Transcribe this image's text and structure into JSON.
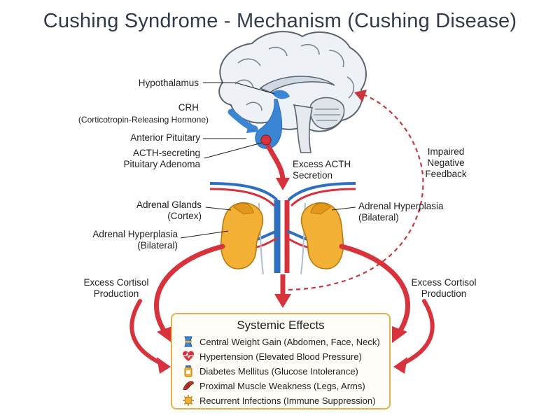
{
  "title": "Cushing Syndrome - Mechanism (Cushing Disease)",
  "labels": {
    "hypothalamus": "Hypothalamus",
    "crh": "CRH",
    "crh_full": "(Corticotropin-Releasing Hormone)",
    "anterior_pituitary": "Anterior Pituitary",
    "adenoma_line1": "ACTH-secreting",
    "adenoma_line2": "Pituitary Adenoma",
    "excess_acth_line1": "Excess ACTH",
    "excess_acth_line2": "Secretion",
    "feedback_line1": "Impaired",
    "feedback_line2": "Negative",
    "feedback_line3": "Feedback",
    "adrenal_glands_line1": "Adrenal Glands",
    "adrenal_glands_line2": "(Cortex)",
    "hyperplasia_left_line1": "Adrenal Hyperplasia",
    "hyperplasia_left_line2": "(Bilateral)",
    "hyperplasia_right_line1": "Adrenal Hyperplasia",
    "hyperplasia_right_line2": "(Bilateral)",
    "cortisol_left_line1": "Excess Cortisol",
    "cortisol_left_line2": "Production",
    "cortisol_right_line1": "Excess Cortisol",
    "cortisol_right_line2": "Production"
  },
  "systemic": {
    "title": "Systemic Effects",
    "effects": [
      {
        "icon": "waist-icon",
        "text": "Central Weight Gain (Abdomen, Face, Neck)"
      },
      {
        "icon": "heart-pulse-icon",
        "text": "Hypertension (Elevated Blood Pressure)"
      },
      {
        "icon": "pill-bottle-icon",
        "text": "Diabetes Mellitus (Glucose Intolerance)"
      },
      {
        "icon": "muscle-icon",
        "text": "Proximal Muscle Weakness (Legs, Arms)"
      },
      {
        "icon": "virus-icon",
        "text": "Recurrent Infections (Immune Suppression)"
      }
    ]
  },
  "colors": {
    "arrow_red": "#d8323c",
    "artery_red": "#d8323c",
    "vein_blue": "#2f6fc0",
    "crh_blue": "#3a86d4",
    "adrenal_orange": "#f2b134",
    "feedback_red": "#c9383f",
    "box_border": "#e3b04b"
  }
}
